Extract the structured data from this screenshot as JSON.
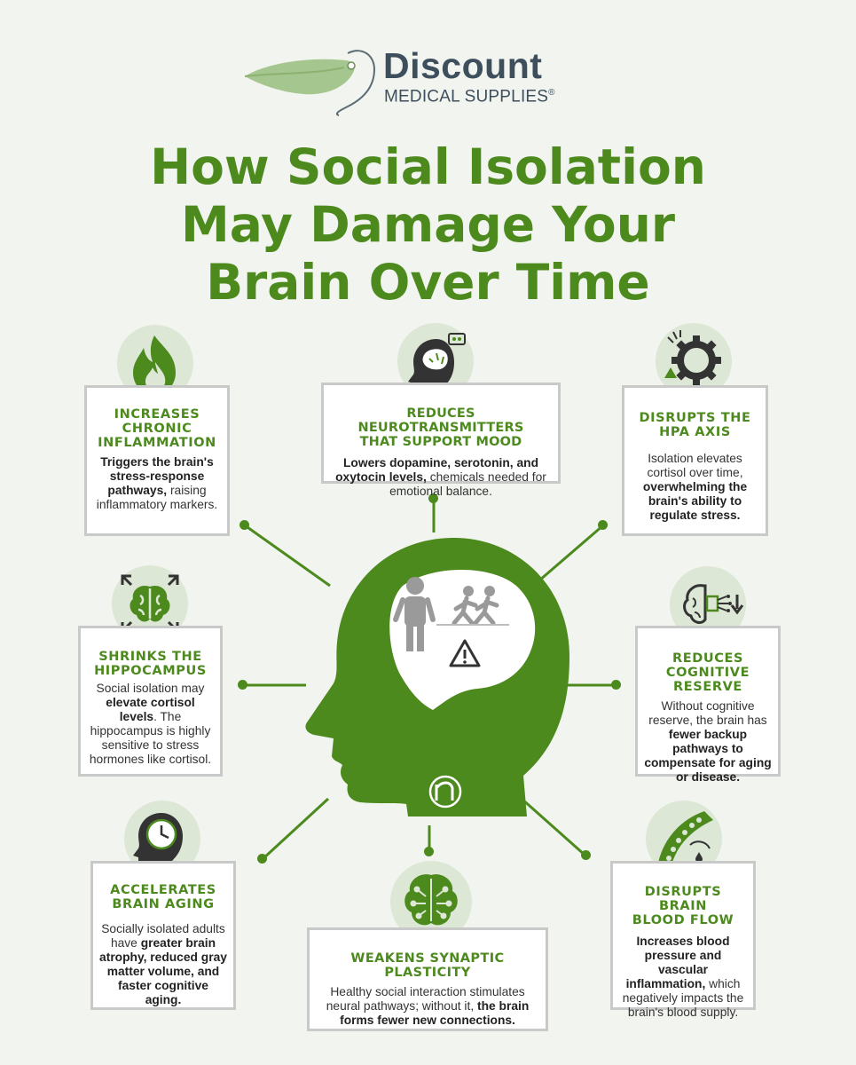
{
  "logo": {
    "name": "Discount",
    "subtitle": "MEDICAL SUPPLIES",
    "registered": "®"
  },
  "title": {
    "line1": "How Social Isolation",
    "line2": "May Damage Your",
    "line3": "Brain Over Time"
  },
  "colors": {
    "brand_green": "#4d8a1e",
    "card_border": "#c9c9c9",
    "icon_bg": "#dde7d6",
    "background": "#f2f4ef"
  },
  "cards": {
    "inflammation": {
      "icon": "flame-icon",
      "title": "INCREASES CHRONIC INFLAMMATION",
      "body_b1": "Triggers the brain's stress-response pathways,",
      "body_t1": " raising inflammatory markers."
    },
    "neurotransmitters": {
      "icon": "head-brain-icon",
      "title": "REDUCES NEUROTRANSMITTERS THAT SUPPORT MOOD",
      "body_b1": "Lowers dopamine, serotonin, and oxytocin levels,",
      "body_t1": " chemicals needed for emotional balance."
    },
    "hpa": {
      "icon": "gear-alert-icon",
      "title": "DISRUPTS THE HPA AXIS",
      "body_t1": "Isolation elevates cortisol over time, ",
      "body_b1": "overwhelming the brain's ability to regulate stress."
    },
    "hippocampus": {
      "icon": "brain-shrink-icon",
      "title": "SHRINKS THE HIPPOCAMPUS",
      "body_t1": "Social isolation may ",
      "body_b1": "elevate cortisol levels",
      "body_t2": ". The hippocampus is highly sensitive to stress hormones like cortisol."
    },
    "cognitive": {
      "icon": "brain-circuit-icon",
      "title": "REDUCES COGNITIVE RESERVE",
      "body_t1": "Without cognitive reserve, the brain has ",
      "body_b1": "fewer backup pathways to compensate for aging or disease."
    },
    "aging": {
      "icon": "head-clock-icon",
      "title": "ACCELERATES BRAIN AGING",
      "body_t1": "Socially isolated adults have ",
      "body_b1": "greater brain atrophy, reduced gray matter volume, and faster cognitive aging."
    },
    "plasticity": {
      "icon": "brain-network-icon",
      "title": "WEAKENS SYNAPTIC PLASTICITY",
      "body_t1": "Healthy social interaction stimulates neural pathways; without it, ",
      "body_b1": "the brain forms fewer new connections."
    },
    "bloodflow": {
      "icon": "blood-vessel-icon",
      "title": "DISRUPTS BRAIN BLOOD FLOW",
      "body_b1": "Increases blood pressure and vascular inflammation,",
      "body_t1": " which negatively impacts the brain's blood supply."
    }
  },
  "center": {
    "icon": "isolated-head-icon",
    "badge": "n-logo-icon"
  }
}
